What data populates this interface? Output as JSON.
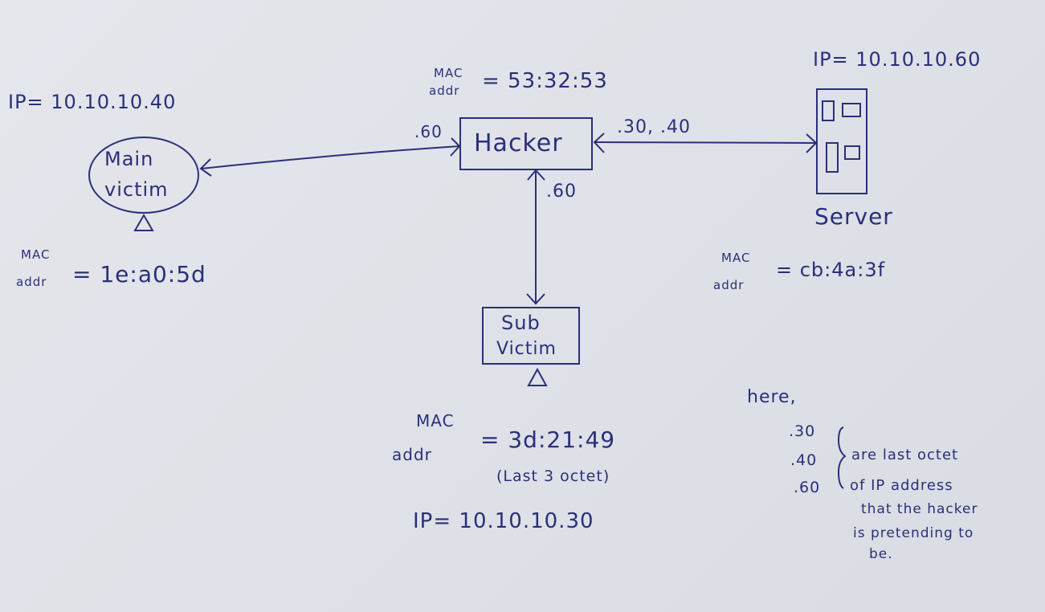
{
  "main_victim": {
    "ip": "IP= 10.10.10.40",
    "label_line1": "Main",
    "label_line2": "victim",
    "mac_label_line1": "MAC",
    "mac_label_line2": "addr",
    "mac_value": "= 1e:a0:5d"
  },
  "hacker": {
    "label": "Hacker",
    "mac_label_line1": "MAC",
    "mac_label_line2": "addr",
    "mac_value": "= 53:32:53",
    "left_octet": ".60",
    "right_octets": ".30, .40",
    "bottom_octet": ".60"
  },
  "server": {
    "ip": "IP= 10.10.10.60",
    "label": "Server",
    "mac_label_line1": "MAC",
    "mac_label_line2": "addr",
    "mac_value": "= cb:4a:3f"
  },
  "sub_victim": {
    "label_line1": "Sub",
    "label_line2": "Victim",
    "mac_label_line1": "MAC",
    "mac_label_line2": "addr",
    "mac_value": "= 3d:21:49",
    "mac_note": "(Last 3 octet)",
    "ip": "IP= 10.10.10.30"
  },
  "note": {
    "heading": "here,",
    "octet_1": ".30",
    "octet_2": ".40",
    "octet_3": ".60",
    "brace": "}",
    "line1": "are last octet",
    "line2": "of IP address",
    "line3": "that the hacker",
    "line4": "is pretending to",
    "line5": "be."
  }
}
